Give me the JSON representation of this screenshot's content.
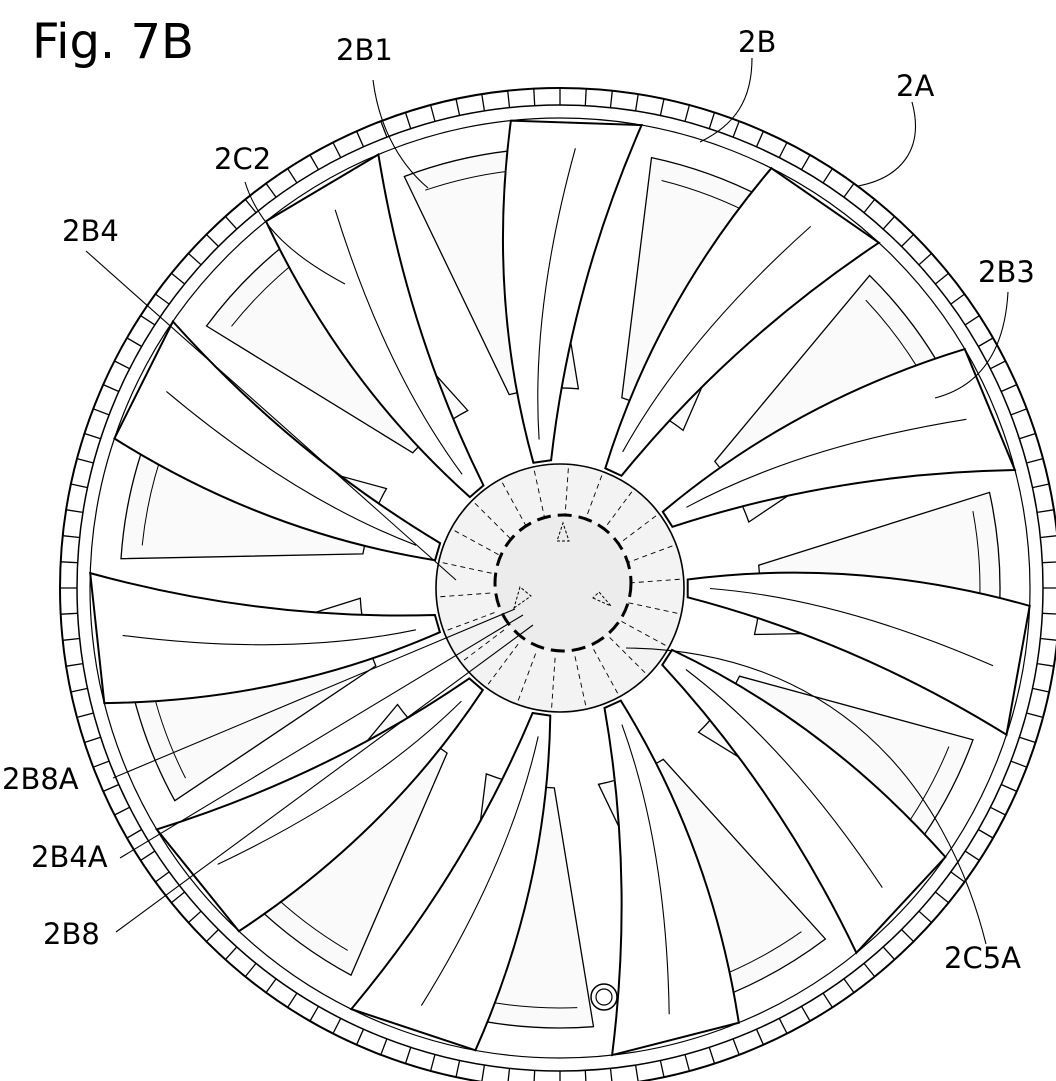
{
  "figure": {
    "title": "Fig. 7B",
    "reference_labels": {
      "rim": "2A",
      "spoke": "2B",
      "spoke_edge": "2B1",
      "spoke_face": "2B3",
      "spoke_base": "2B4",
      "spoke_base_end": "2B4A",
      "spoke_root": "2B8",
      "spoke_root_end": "2B8A",
      "window_edge": "2C2",
      "hub_line": "2C5A"
    }
  }
}
